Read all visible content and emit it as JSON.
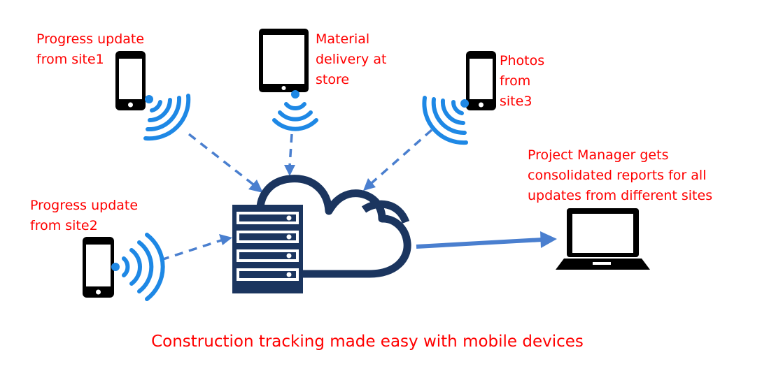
{
  "labels": {
    "site1": [
      "Progress update",
      "from site1"
    ],
    "store": [
      "Material",
      "delivery at",
      "store"
    ],
    "site3": [
      "Photos",
      "from",
      "site3"
    ],
    "site2": [
      "Progress update",
      "from site2"
    ],
    "manager": [
      "Project Manager gets",
      "consolidated reports for all",
      "updates from different sites"
    ]
  },
  "caption": "Construction tracking made easy with mobile devices",
  "colors": {
    "text": "#ff0000",
    "device": "#000000",
    "signal": "#1e88e5",
    "arrow": "#4a7fcf",
    "server": "#1b355f"
  },
  "icons": [
    "smartphone-icon",
    "tablet-icon",
    "wifi-signal-icon",
    "cloud-icon",
    "server-rack-icon",
    "laptop-icon"
  ]
}
